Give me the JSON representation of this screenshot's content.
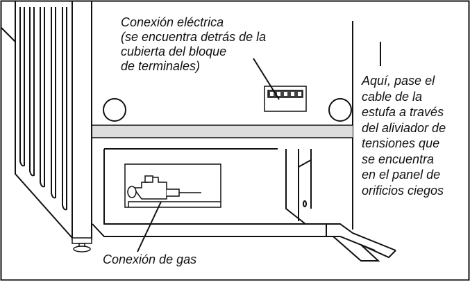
{
  "labels": {
    "electrical_connection": [
      "Conexión eléctrica",
      "(se encuentra detrás de la",
      "cubierta del bloque",
      "de terminales)"
    ],
    "cable_instructions": [
      "Aquí, pase el",
      "cable de la",
      "estufa a través",
      "del aliviador de",
      "tensiones que",
      "se encuentra",
      "en el panel de",
      "orificios ciegos"
    ],
    "gas_connection": "Conexión de gas"
  },
  "colors": {
    "line": "#111111",
    "background": "#ffffff",
    "band": "#dddddd"
  }
}
